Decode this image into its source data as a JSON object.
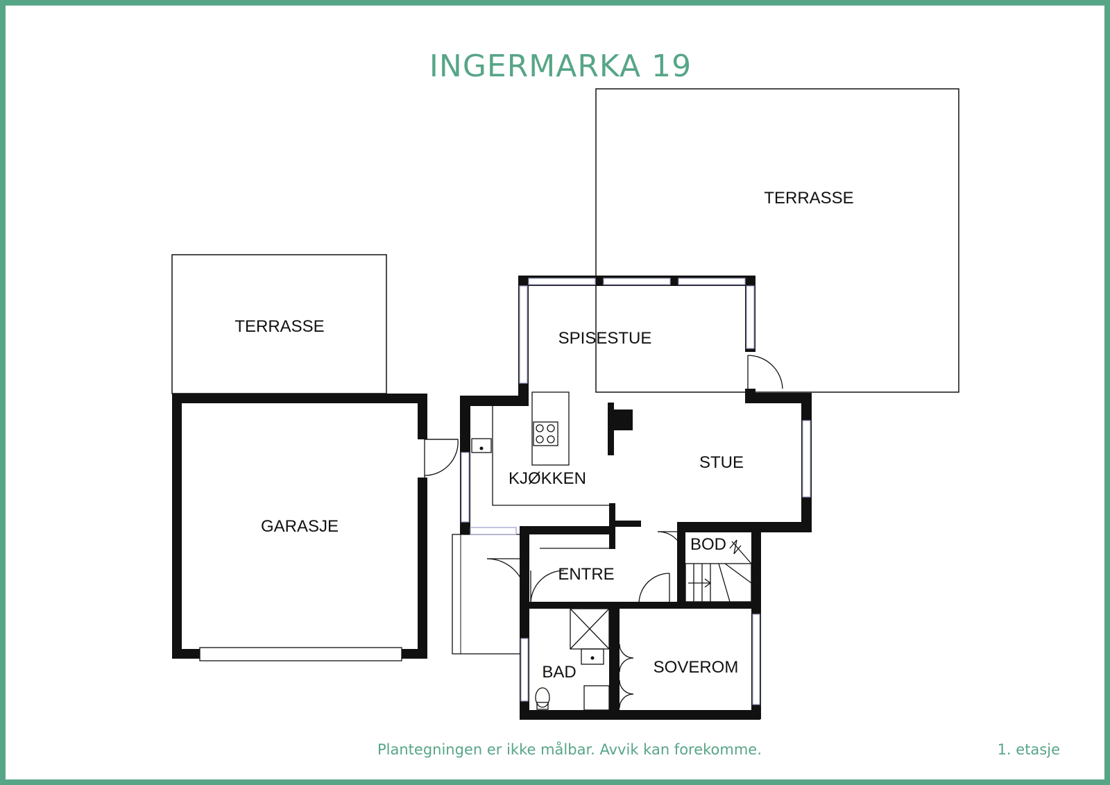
{
  "title": "INGERMARKA 19",
  "rooms": {
    "terrasse_large": "TERRASSE",
    "terrasse_small": "TERRASSE",
    "garasje": "GARASJE",
    "spisestue": "SPISESTUE",
    "kjokken": "KJØKKEN",
    "stue": "STUE",
    "bod": "BOD",
    "entre": "ENTRE",
    "bad": "BAD",
    "soverom": "SOVEROM"
  },
  "footer": {
    "note": "Plantegningen er ikke målbar. Avvik kan forekomme.",
    "floor": "1. etasje"
  },
  "colors": {
    "accent": "#57a587",
    "wall": "#111111",
    "window": "#c9cbe6"
  }
}
